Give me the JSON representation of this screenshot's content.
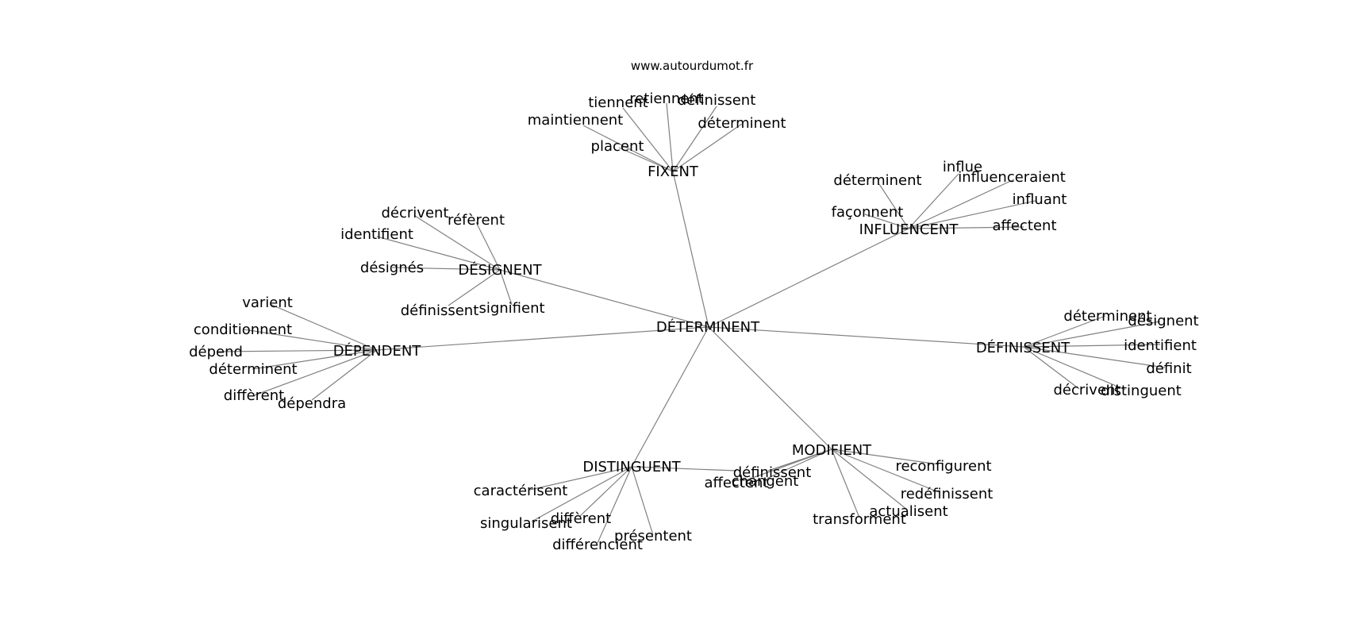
{
  "source": "www.autourdumot.fr",
  "center": "DÉTERMINENT",
  "clusters": [
    {
      "word": "FIXENT",
      "leaves": [
        "tiennent",
        "retiennent",
        "définissent",
        "maintiennent",
        "déterminent",
        "placent"
      ]
    },
    {
      "word": "INFLUENCENT",
      "leaves": [
        "influe",
        "déterminent",
        "influenceraient",
        "influant",
        "façonnent",
        "affectent"
      ]
    },
    {
      "word": "DÉSIGNENT",
      "leaves": [
        "décrivent",
        "réfèrent",
        "identifient",
        "désignés",
        "définissent",
        "signifient"
      ]
    },
    {
      "word": "DÉPENDENT",
      "leaves": [
        "varient",
        "conditionnent",
        "dépend",
        "déterminent",
        "diffèrent",
        "dépendra"
      ]
    },
    {
      "word": "DÉFINISSENT",
      "leaves": [
        "déterminent",
        "désignent",
        "identifient",
        "définit",
        "décrivent",
        "distinguent"
      ]
    },
    {
      "word": "DISTINGUENT",
      "leaves": [
        "caractérisent",
        "singularisent",
        "diffèrent",
        "différencient",
        "présentent"
      ]
    },
    {
      "word": "MODIFIENT",
      "leaves": [
        "reconfigurent",
        "définissent",
        "affectent",
        "changent",
        "redéfinissent",
        "actualisent",
        "transforment"
      ]
    }
  ]
}
